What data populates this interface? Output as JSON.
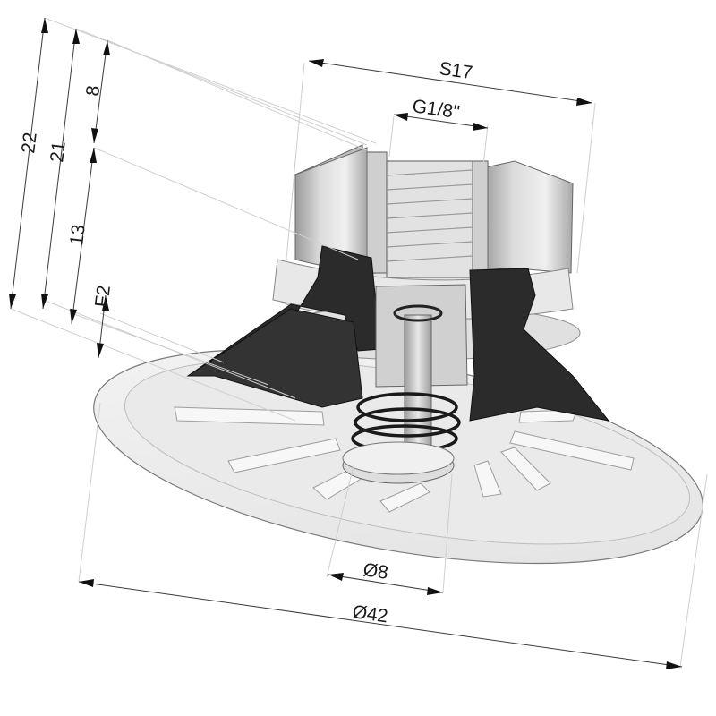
{
  "dimensions": {
    "hex_size": "S17",
    "thread": "G1/8\"",
    "height_total": "22",
    "height_body": "21",
    "height_top": "8",
    "height_mid": "13",
    "height_stroke": "F2",
    "diameter_valve": "Ø8",
    "diameter_cup": "Ø42"
  },
  "colors": {
    "metal_light": "#d9d9d9",
    "metal_mid": "#bdbdbd",
    "metal_dark": "#8f8f8f",
    "seal_black": "#2b2b2b",
    "cup_surface": "#eeeeee",
    "outline": "#555555"
  }
}
